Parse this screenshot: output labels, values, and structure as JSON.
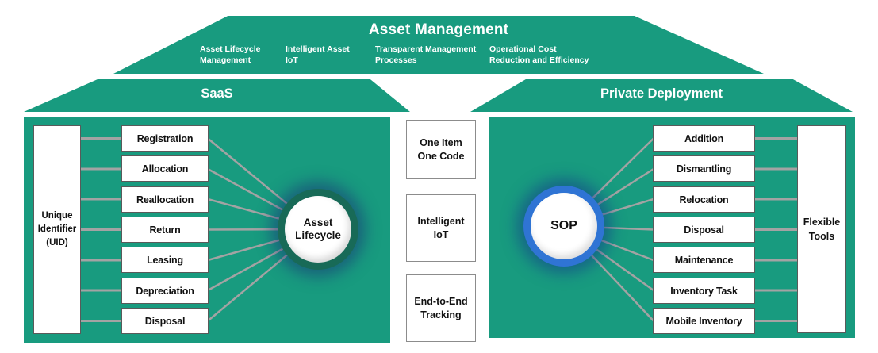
{
  "colors": {
    "teal": "#189b7f",
    "connector_gray": "#a3a3a3",
    "lifecycle_hub_ring": "#186a57",
    "sop_hub_ring": "#2f74d4"
  },
  "roof": {
    "title": "Asset Management",
    "features": [
      "Asset Lifecycle\nManagement",
      "Intelligent Asset\nIoT",
      "Transparent Management\nProcesses",
      "Operational Cost\nReduction and Efficiency"
    ]
  },
  "deployments": [
    {
      "label": "SaaS"
    },
    {
      "label": "Private Deployment"
    }
  ],
  "left_panel": {
    "source_label": "Unique\nIdentifier\n(UID)",
    "hub_label": "Asset\nLifecycle",
    "items": [
      "Registration",
      "Allocation",
      "Reallocation",
      "Return",
      "Leasing",
      "Depreciation",
      "Disposal"
    ]
  },
  "middle_features": [
    "One Item\nOne Code",
    "Intelligent\nIoT",
    "End-to-End\nTracking"
  ],
  "right_panel": {
    "hub_label": "SOP",
    "items": [
      "Addition",
      "Dismantling",
      "Relocation",
      "Disposal",
      "Maintenance",
      "Inventory Task",
      "Mobile Inventory"
    ],
    "tools_label": "Flexible\nTools"
  }
}
